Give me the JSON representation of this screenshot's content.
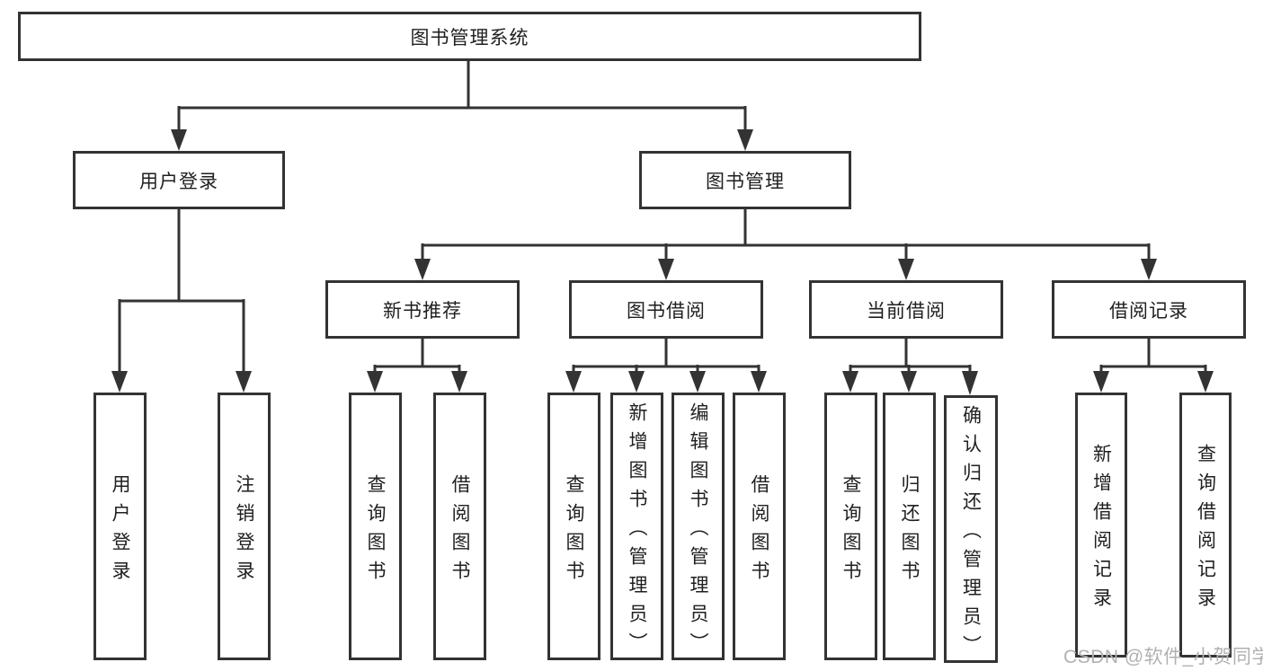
{
  "diagram": {
    "root": {
      "label": "图书管理系统"
    },
    "level1": [
      {
        "label": "用户登录"
      },
      {
        "label": "图书管理"
      }
    ],
    "level2": [
      {
        "label": "新书推荐"
      },
      {
        "label": "图书借阅"
      },
      {
        "label": "当前借阅"
      },
      {
        "label": "借阅记录"
      }
    ],
    "leaves": {
      "user": [
        "用户登录",
        "注销登录"
      ],
      "recommend": [
        "查询图书",
        "借阅图书"
      ],
      "borrow": [
        "查询图书",
        "新增图书（管理员）",
        "编辑图书（管理员）",
        "借阅图书"
      ],
      "current": [
        "查询图书",
        "归还图书",
        "确认归还（管理员）"
      ],
      "records": [
        "新增借阅记录",
        "查询借阅记录"
      ]
    }
  },
  "watermark": {
    "text": "CSDN @软件_小贺同学"
  },
  "colors": {
    "line": "#333333",
    "border": "#333333",
    "text": "#1f1f1f",
    "watermark": "#b1b1b1",
    "background": "#ffffff"
  }
}
